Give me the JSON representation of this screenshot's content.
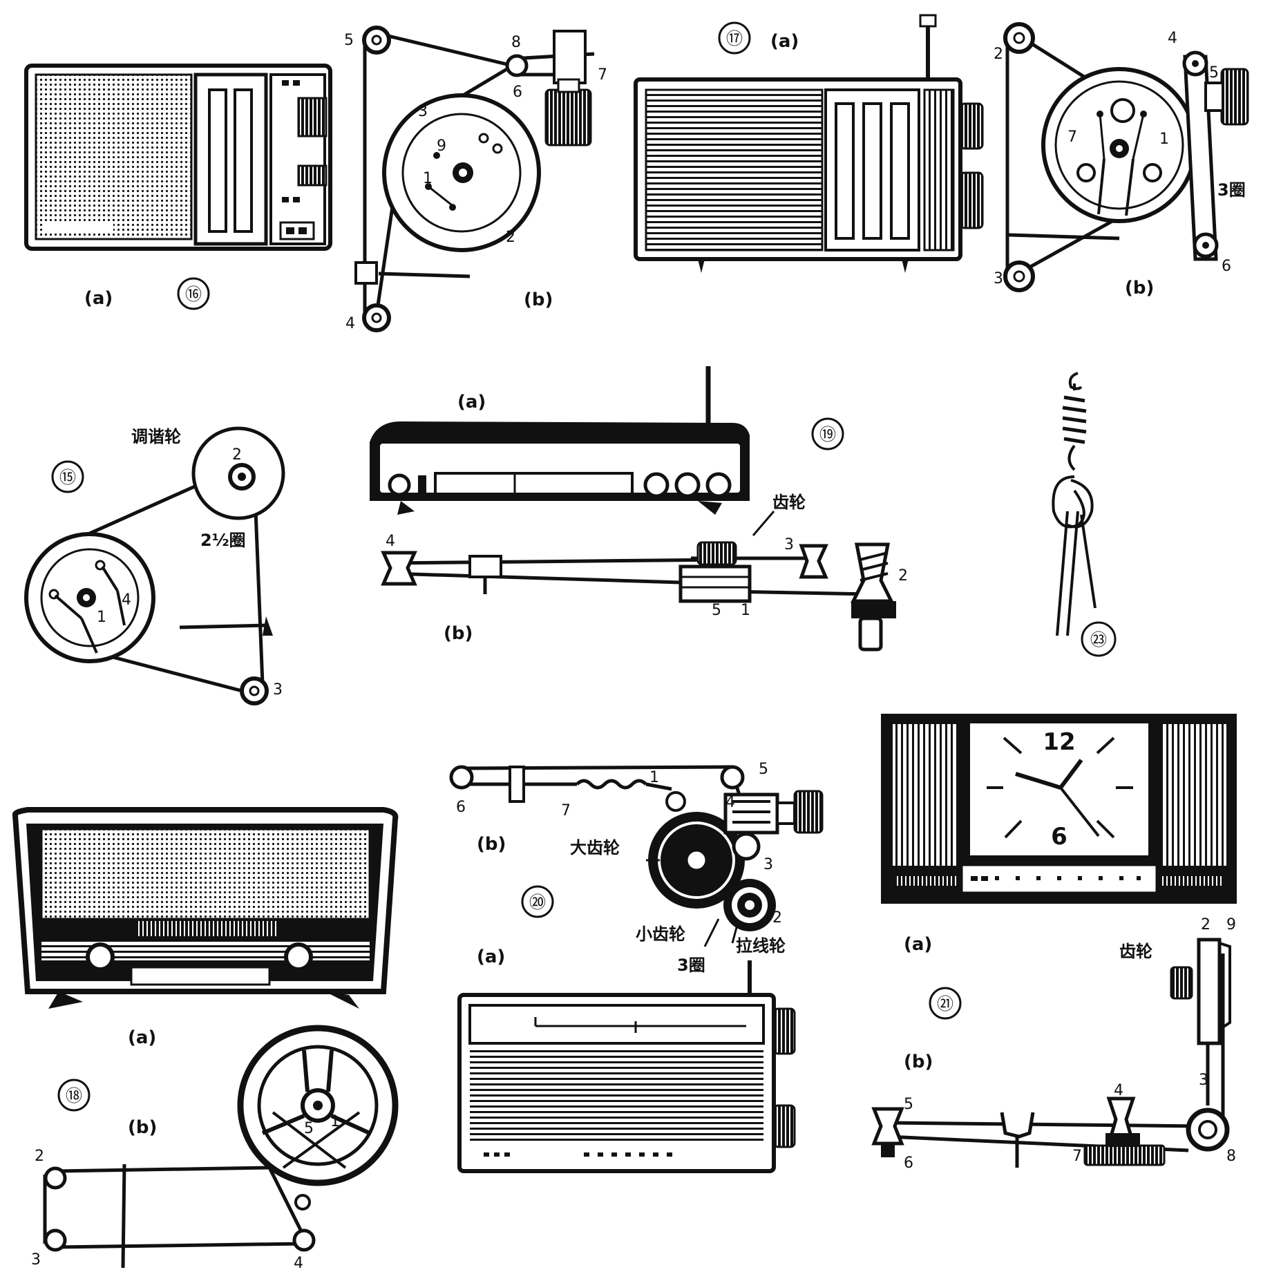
{
  "fig15": {
    "number": "⑮",
    "tuning_wheel": "调谐轮",
    "turns": "2½圈",
    "labels": [
      "1",
      "2",
      "3",
      "4"
    ]
  },
  "fig16": {
    "number": "⑯",
    "sub_a": "(a)",
    "sub_b": "(b)",
    "labels": [
      "1",
      "2",
      "3",
      "4",
      "5",
      "6",
      "7",
      "8",
      "9"
    ]
  },
  "fig17": {
    "number": "⑰",
    "sub_a": "(a)",
    "sub_b": "(b)",
    "turns": "3圈",
    "labels": [
      "1",
      "2",
      "3",
      "4",
      "5",
      "6",
      "7"
    ]
  },
  "fig18": {
    "number": "⑱",
    "sub_a": "(a)",
    "sub_b": "(b)",
    "labels": [
      "1",
      "2",
      "3",
      "4",
      "5"
    ]
  },
  "fig19": {
    "number": "⑲",
    "sub_a": "(a)",
    "sub_b": "(b)",
    "gear": "齿轮",
    "labels": [
      "1",
      "2",
      "3",
      "4",
      "5"
    ]
  },
  "fig20": {
    "number": "⑳",
    "sub_a": "(a)",
    "sub_b": "(b)",
    "big_gear": "大齿轮",
    "small_gear": "小齿轮",
    "pull_wheel": "拉线轮",
    "turns": "3圈",
    "labels": [
      "1",
      "2",
      "3",
      "4",
      "5",
      "6",
      "7"
    ]
  },
  "fig21": {
    "number": "㉑",
    "sub_a": "(a)",
    "sub_b": "(b)",
    "gear": "齿轮",
    "clock_12": "12",
    "clock_6": "6",
    "labels": [
      "2",
      "3",
      "4",
      "5",
      "6",
      "7",
      "8",
      "9"
    ]
  },
  "fig23": {
    "number": "㉓"
  },
  "colors": {
    "ink": "#111111",
    "paper": "#ffffff"
  }
}
